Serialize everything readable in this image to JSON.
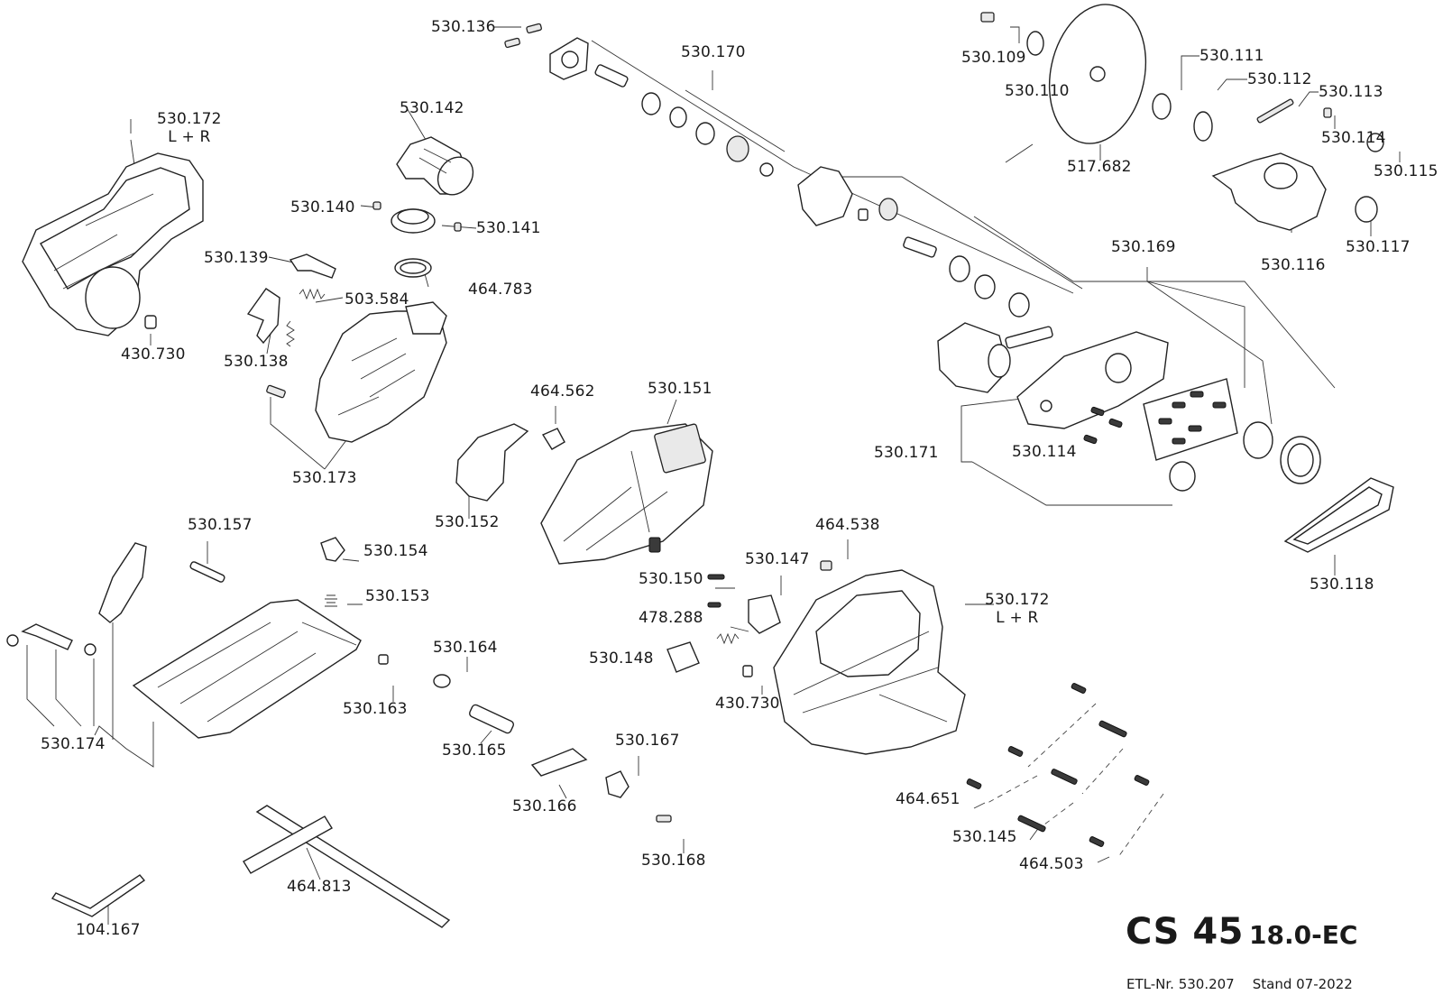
{
  "title": {
    "model": "CS 45",
    "variant": "18.0-EC"
  },
  "footer": {
    "etl": "ETL-Nr. 530.207",
    "stand": "Stand 07-2022"
  },
  "labels": [
    {
      "id": "530-136",
      "text": "530.136"
    },
    {
      "id": "530-170",
      "text": "530.170"
    },
    {
      "id": "530-109",
      "text": "530.109"
    },
    {
      "id": "530-110",
      "text": "530.110"
    },
    {
      "id": "530-111",
      "text": "530.111"
    },
    {
      "id": "530-112",
      "text": "530.112"
    },
    {
      "id": "530-113",
      "text": "530.113"
    },
    {
      "id": "530-114-top",
      "text": "530.114"
    },
    {
      "id": "530-115",
      "text": "530.115"
    },
    {
      "id": "517-682",
      "text": "517.682"
    },
    {
      "id": "530-172-top",
      "text": "530.172",
      "sub": "L + R"
    },
    {
      "id": "530-142",
      "text": "530.142"
    },
    {
      "id": "530-140",
      "text": "530.140"
    },
    {
      "id": "530-141",
      "text": "530.141"
    },
    {
      "id": "530-139",
      "text": "530.139"
    },
    {
      "id": "503-584",
      "text": "503.584"
    },
    {
      "id": "464-783",
      "text": "464.783"
    },
    {
      "id": "430-730-left",
      "text": "430.730"
    },
    {
      "id": "530-138",
      "text": "530.138"
    },
    {
      "id": "530-116",
      "text": "530.116"
    },
    {
      "id": "530-117",
      "text": "530.117"
    },
    {
      "id": "530-169",
      "text": "530.169"
    },
    {
      "id": "464-562",
      "text": "464.562"
    },
    {
      "id": "530-151",
      "text": "530.151"
    },
    {
      "id": "530-173",
      "text": "530.173"
    },
    {
      "id": "530-171",
      "text": "530.171"
    },
    {
      "id": "530-114-mid",
      "text": "530.114"
    },
    {
      "id": "530-152",
      "text": "530.152"
    },
    {
      "id": "530-157",
      "text": "530.157"
    },
    {
      "id": "530-154",
      "text": "530.154"
    },
    {
      "id": "464-538",
      "text": "464.538"
    },
    {
      "id": "530-147",
      "text": "530.147"
    },
    {
      "id": "530-150",
      "text": "530.150"
    },
    {
      "id": "530-153",
      "text": "530.153"
    },
    {
      "id": "530-172-bottom",
      "text": "530.172",
      "sub": "L + R"
    },
    {
      "id": "530-118",
      "text": "530.118"
    },
    {
      "id": "478-288",
      "text": "478.288"
    },
    {
      "id": "530-164",
      "text": "530.164"
    },
    {
      "id": "530-148",
      "text": "530.148"
    },
    {
      "id": "430-730-right",
      "text": "430.730"
    },
    {
      "id": "530-163",
      "text": "530.163"
    },
    {
      "id": "530-174",
      "text": "530.174"
    },
    {
      "id": "530-165",
      "text": "530.165"
    },
    {
      "id": "530-167",
      "text": "530.167"
    },
    {
      "id": "464-651",
      "text": "464.651"
    },
    {
      "id": "530-166",
      "text": "530.166"
    },
    {
      "id": "530-145",
      "text": "530.145"
    },
    {
      "id": "530-168",
      "text": "530.168"
    },
    {
      "id": "464-503",
      "text": "464.503"
    },
    {
      "id": "464-813",
      "text": "464.813"
    },
    {
      "id": "104-167",
      "text": "104.167"
    }
  ]
}
